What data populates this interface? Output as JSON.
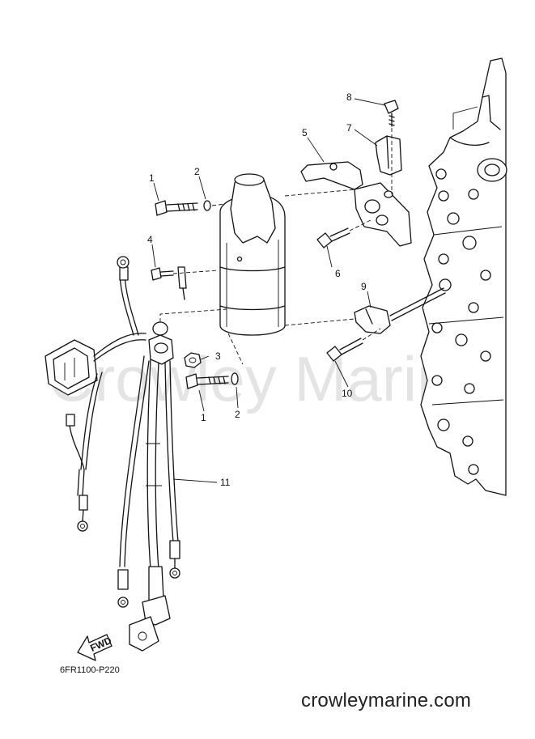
{
  "watermark": "Crowley Marine",
  "diagram_code": "6FR1100-P220",
  "site": "crowleymarine.com",
  "fwd_label": "FWD",
  "callouts": {
    "c1a": "1",
    "c2a": "2",
    "c4": "4",
    "c5": "5",
    "c7": "7",
    "c8": "8",
    "c6": "6",
    "c9": "9",
    "c3": "3",
    "c10": "10",
    "c1b": "1",
    "c2b": "2",
    "c11": "11"
  },
  "icons": {
    "fwd_arrow": "fwd-arrow-icon"
  }
}
